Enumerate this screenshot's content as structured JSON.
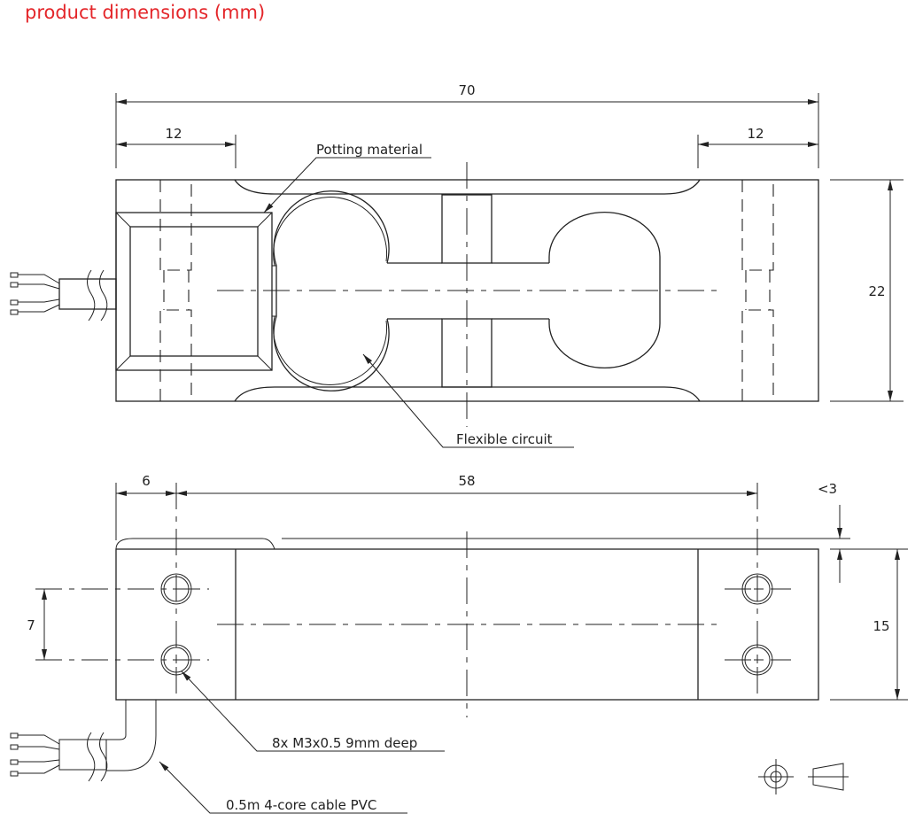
{
  "title": "product dimensions (mm)",
  "top_view": {
    "dim_length": "70",
    "dim_left_end": "12",
    "dim_right_end": "12",
    "dim_height": "22",
    "label_potting": "Potting material",
    "label_flex": "Flexible circuit"
  },
  "side_view": {
    "dim_edge": "6",
    "dim_hole_span": "58",
    "dim_clearance": "<3",
    "dim_height": "15",
    "dim_hole_pitch": "7",
    "label_holes": "8x M3x0.5 9mm deep",
    "label_cable": "0.5m 4-core cable PVC"
  },
  "symbols": [
    "first-angle-projection-circle",
    "first-angle-projection-cone"
  ]
}
